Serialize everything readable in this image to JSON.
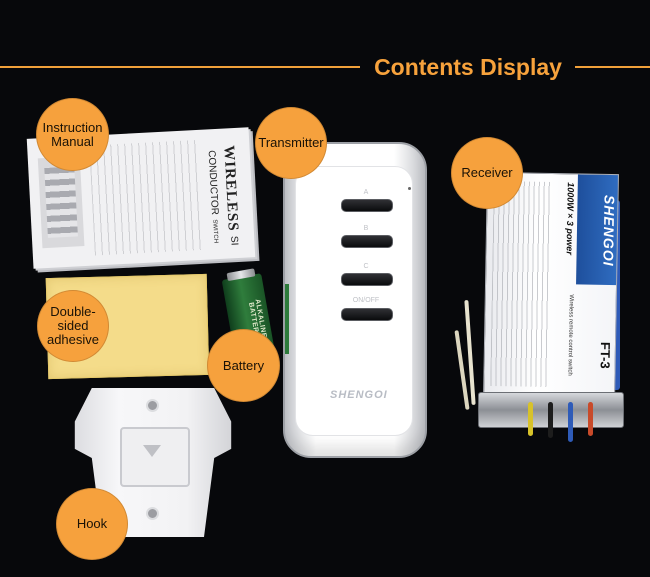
{
  "header": {
    "title": "Contents Display"
  },
  "labels": {
    "instruction_manual": [
      "Instruction",
      "Manual"
    ],
    "transmitter": "Transmitter",
    "receiver": "Receiver",
    "adhesive": [
      "Double-",
      "sided",
      "adhesive"
    ],
    "battery": "Battery",
    "hook": "Hook"
  },
  "manual": {
    "brand": "WIRELESS",
    "sub": "SI CONDUCTOR",
    "small": "SWITCH"
  },
  "battery_text": "ALKALINE BATTERY",
  "remote": {
    "buttons": [
      "A",
      "B",
      "C",
      "ON/OFF"
    ],
    "logo": "SHENGOI"
  },
  "receiver_device": {
    "brand": "SHENGOI",
    "power": "1000W×3",
    "power_sub": "power",
    "model": "FT-3",
    "desc": "Wireless remote control switch"
  },
  "colors": {
    "accent": "#f6a13d",
    "background": "#07080b"
  }
}
